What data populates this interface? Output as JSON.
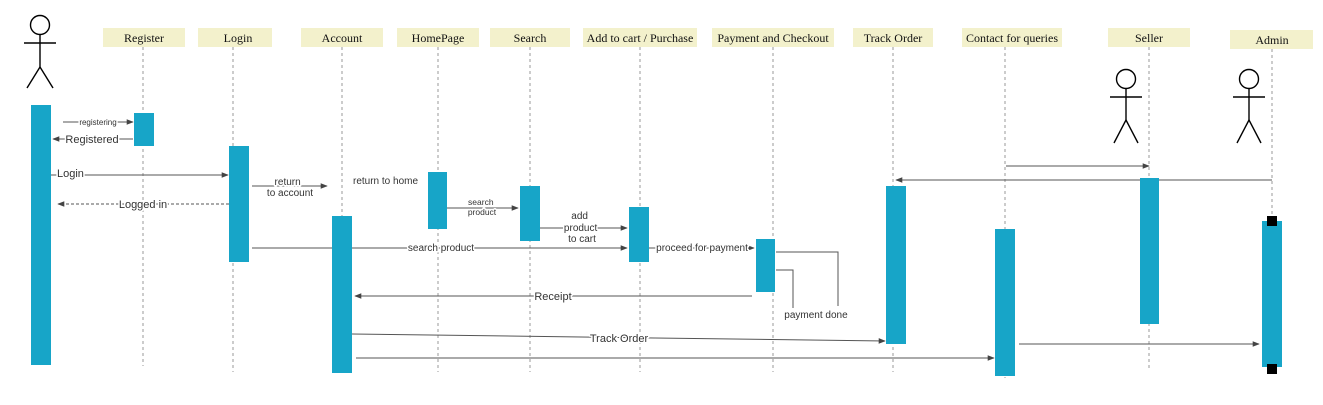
{
  "diagram": {
    "lifelines": {
      "register": "Register",
      "login": "Login",
      "account": "Account",
      "homepage": "HomePage",
      "search": "Search",
      "add_to_cart": "Add to cart / Purchase",
      "payment": "Payment and Checkout",
      "track_order": "Track Order",
      "contact": "Contact for queries",
      "seller": "Seller",
      "admin": "Admin"
    },
    "messages": {
      "registering": "registering",
      "registered": "Registered",
      "login": "Login",
      "logged_in": "Logged in",
      "return_to_account": [
        "return",
        "to account"
      ],
      "return_to_home": "return to home",
      "search_product_from_home": [
        "search",
        "product"
      ],
      "add_product_to_cart": [
        "add",
        "product",
        "to cart"
      ],
      "search_product": "search product",
      "proceed_for_payment": "proceed for payment",
      "payment_done": "payment done",
      "receipt": "Receipt",
      "track_order": "Track Order"
    }
  },
  "colors": {
    "activation_bar": "#17A5C8",
    "lifeline_header": "#F3F1CC",
    "message_line": "#555555",
    "lifeline": "#9A9A9A"
  }
}
